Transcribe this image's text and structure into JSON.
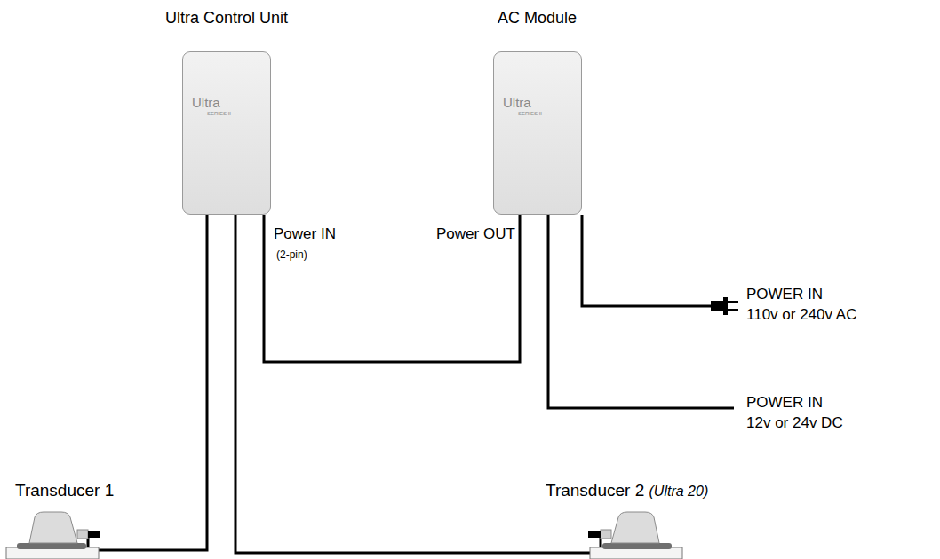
{
  "diagram": {
    "nodes": [
      {
        "text": [
          "Ultra Control Unit",
          "Ultra",
          "SERIES II"
        ]
      },
      {
        "text": [
          "AC Module",
          "Ultra",
          "SERIES II"
        ]
      },
      {
        "text": [
          "Transducer 1"
        ]
      },
      {
        "text": [
          "Transducer 2",
          "(Ultra 20)"
        ]
      }
    ],
    "edges": [
      {
        "from": 0,
        "to": 2,
        "arrow": "none"
      },
      {
        "from": 0,
        "to": 3,
        "arrow": "none"
      },
      {
        "from": 1,
        "to": 0,
        "arrow": "none"
      }
    ],
    "labels": [
      "Power IN",
      "(2-pin)",
      "Power OUT",
      "POWER IN",
      "110v or 240v AC",
      "POWER IN",
      "12v or 24v DC"
    ]
  }
}
